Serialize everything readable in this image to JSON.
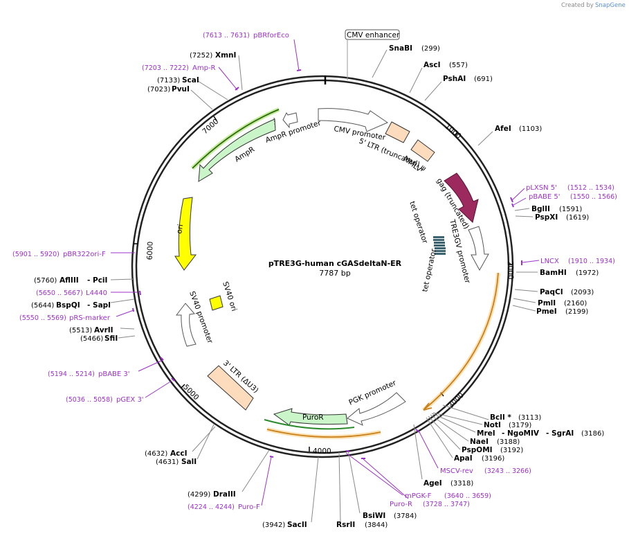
{
  "credit": {
    "created_by": "Created by",
    "brand": "SnapGene"
  },
  "plasmid": {
    "name": "pTRE3G-human cGASdeltaN-ER",
    "length": "7787 bp"
  },
  "ticks": [
    "1000",
    "2000",
    "3000",
    "4000",
    "5000",
    "6000",
    "7000"
  ],
  "sites": [
    {
      "name": "SnaBI",
      "pos": "(299)"
    },
    {
      "name": "AscI",
      "pos": "(557)"
    },
    {
      "name": "PshAI",
      "pos": "(691)"
    },
    {
      "name": "AfeI",
      "pos": "(1103)"
    },
    {
      "name": "BglII",
      "pos": "(1591)"
    },
    {
      "name": "PspXI",
      "pos": "(1619)"
    },
    {
      "name": "BamHI",
      "pos": "(1972)"
    },
    {
      "name": "PaqCI",
      "pos": "(2093)"
    },
    {
      "name": "PmlI",
      "pos": "(2160)"
    },
    {
      "name": "PmeI",
      "pos": "(2199)"
    },
    {
      "name": "BclI *",
      "pos": "(3113)"
    },
    {
      "name": "NotI",
      "pos": "(3179)"
    },
    {
      "name": "MreI",
      "pos": ""
    },
    {
      "name": "- NgoMIV",
      "pos": ""
    },
    {
      "name": "- SgrAI",
      "pos": "(3186)"
    },
    {
      "name": "NaeI",
      "pos": "(3188)"
    },
    {
      "name": "PspOMI",
      "pos": "(3192)"
    },
    {
      "name": "ApaI",
      "pos": "(3196)"
    },
    {
      "name": "AgeI",
      "pos": "(3318)"
    },
    {
      "name": "BsiWI",
      "pos": "(3784)"
    },
    {
      "name": "RsrII",
      "pos": "(3844)"
    },
    {
      "name": "SacII",
      "pos": "(3942)"
    },
    {
      "name": "DraIII",
      "pos": "(4299)"
    },
    {
      "name": "AccI",
      "pos": "(4632)"
    },
    {
      "name": "SalI",
      "pos": "(4631)"
    },
    {
      "name": "SfiI",
      "pos": "(5466)"
    },
    {
      "name": "AvrII",
      "pos": "(5513)"
    },
    {
      "name": "BspQI",
      "pos": "(5644)"
    },
    {
      "name": "- SapI",
      "pos": ""
    },
    {
      "name": "AflIII",
      "pos": "(5760)"
    },
    {
      "name": "- PciI",
      "pos": ""
    },
    {
      "name": "PvuI",
      "pos": "(7023)"
    },
    {
      "name": "ScaI",
      "pos": "(7133)"
    },
    {
      "name": "XmnI",
      "pos": "(7252)"
    }
  ],
  "primers": [
    {
      "name": "pBRforEco",
      "range": "(7613 .. 7631)"
    },
    {
      "name": "Amp-R",
      "range": "(7203 .. 7222)"
    },
    {
      "name": "pLXSN 5'",
      "range": "(1512 .. 1534)"
    },
    {
      "name": "pBABE 5'",
      "range": "(1550 .. 1566)"
    },
    {
      "name": "LNCX",
      "range": "(1910 .. 1934)"
    },
    {
      "name": "MSCV-rev",
      "range": "(3243 .. 3266)"
    },
    {
      "name": "mPGK-F",
      "range": "(3640 .. 3659)"
    },
    {
      "name": "Puro-R",
      "range": "(3728 .. 3747)"
    },
    {
      "name": "Puro-F",
      "range": "(4224 .. 4244)"
    },
    {
      "name": "pGEX 3'",
      "range": "(5036 .. 5058)"
    },
    {
      "name": "pBABE 3'",
      "range": "(5194 .. 5214)"
    },
    {
      "name": "pRS-marker",
      "range": "(5550 .. 5569)"
    },
    {
      "name": "L4440",
      "range": "(5650 .. 5667)"
    },
    {
      "name": "pBR322ori-F",
      "range": "(5901 .. 5920)"
    }
  ],
  "features": {
    "cmv_enhancer": "CMV enhancer",
    "cmv_promoter": "CMV promoter",
    "ltr5": "5' LTR (truncated)",
    "mmlv": "MMLV",
    "psi": "ψ",
    "gag": "gag (truncated)",
    "tre3gv": "TRE3GV promoter",
    "tet_op1": "tet operator",
    "tet_op2": "tet operator",
    "pgk": "PGK promoter",
    "puror": "PuroR",
    "ltr3": "3' LTR (ΔU3)",
    "sv40_ori": "SV40 ori",
    "sv40_prom": "SV40 promoter",
    "ori": "ori",
    "ampr": "AmpR",
    "ampr_prom": "AmpR promoter"
  },
  "colors": {
    "backbone": "#222222",
    "primer": "#9b30c9",
    "gag": "#9c2a5e",
    "ltr": "#fcdcbc",
    "ampr": "#c9f5c9",
    "ori": "#ffff00",
    "orf_outline": "#f5a623",
    "tet": "#3c6470"
  }
}
